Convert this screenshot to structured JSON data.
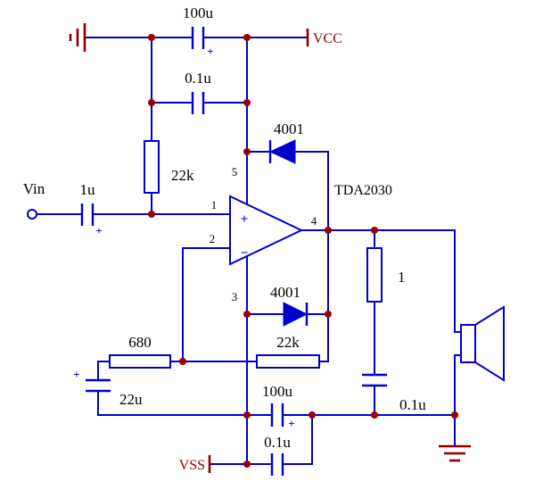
{
  "power": {
    "vcc": "VCC",
    "vss": "VSS"
  },
  "input_label": "Vin",
  "polarity_mark": "+",
  "ic": {
    "name": "TDA2030",
    "plus_sign": "+",
    "minus_sign": "−"
  },
  "pins": {
    "pin1": "1",
    "pin2": "2",
    "pin3": "3",
    "pin4": "4",
    "pin5": "5"
  },
  "components": {
    "c_vcc_100u": "100u",
    "c_vcc_01u": "0.1u",
    "r_bias_22k": "22k",
    "d_top_4001": "4001",
    "c_in_1u": "1u",
    "r_680": "680",
    "r_fb_22k": "22k",
    "d_bot_4001": "4001",
    "c_22u": "22u",
    "c_vss_100u": "100u",
    "c_vss_01u": "0.1u",
    "r_out_1": "1",
    "c_zobel_01u": "0.1u"
  },
  "colors": {
    "wire": "#0000cd",
    "junction": "#990000",
    "power_symbol": "#8b0000",
    "label_text": "#000000"
  }
}
